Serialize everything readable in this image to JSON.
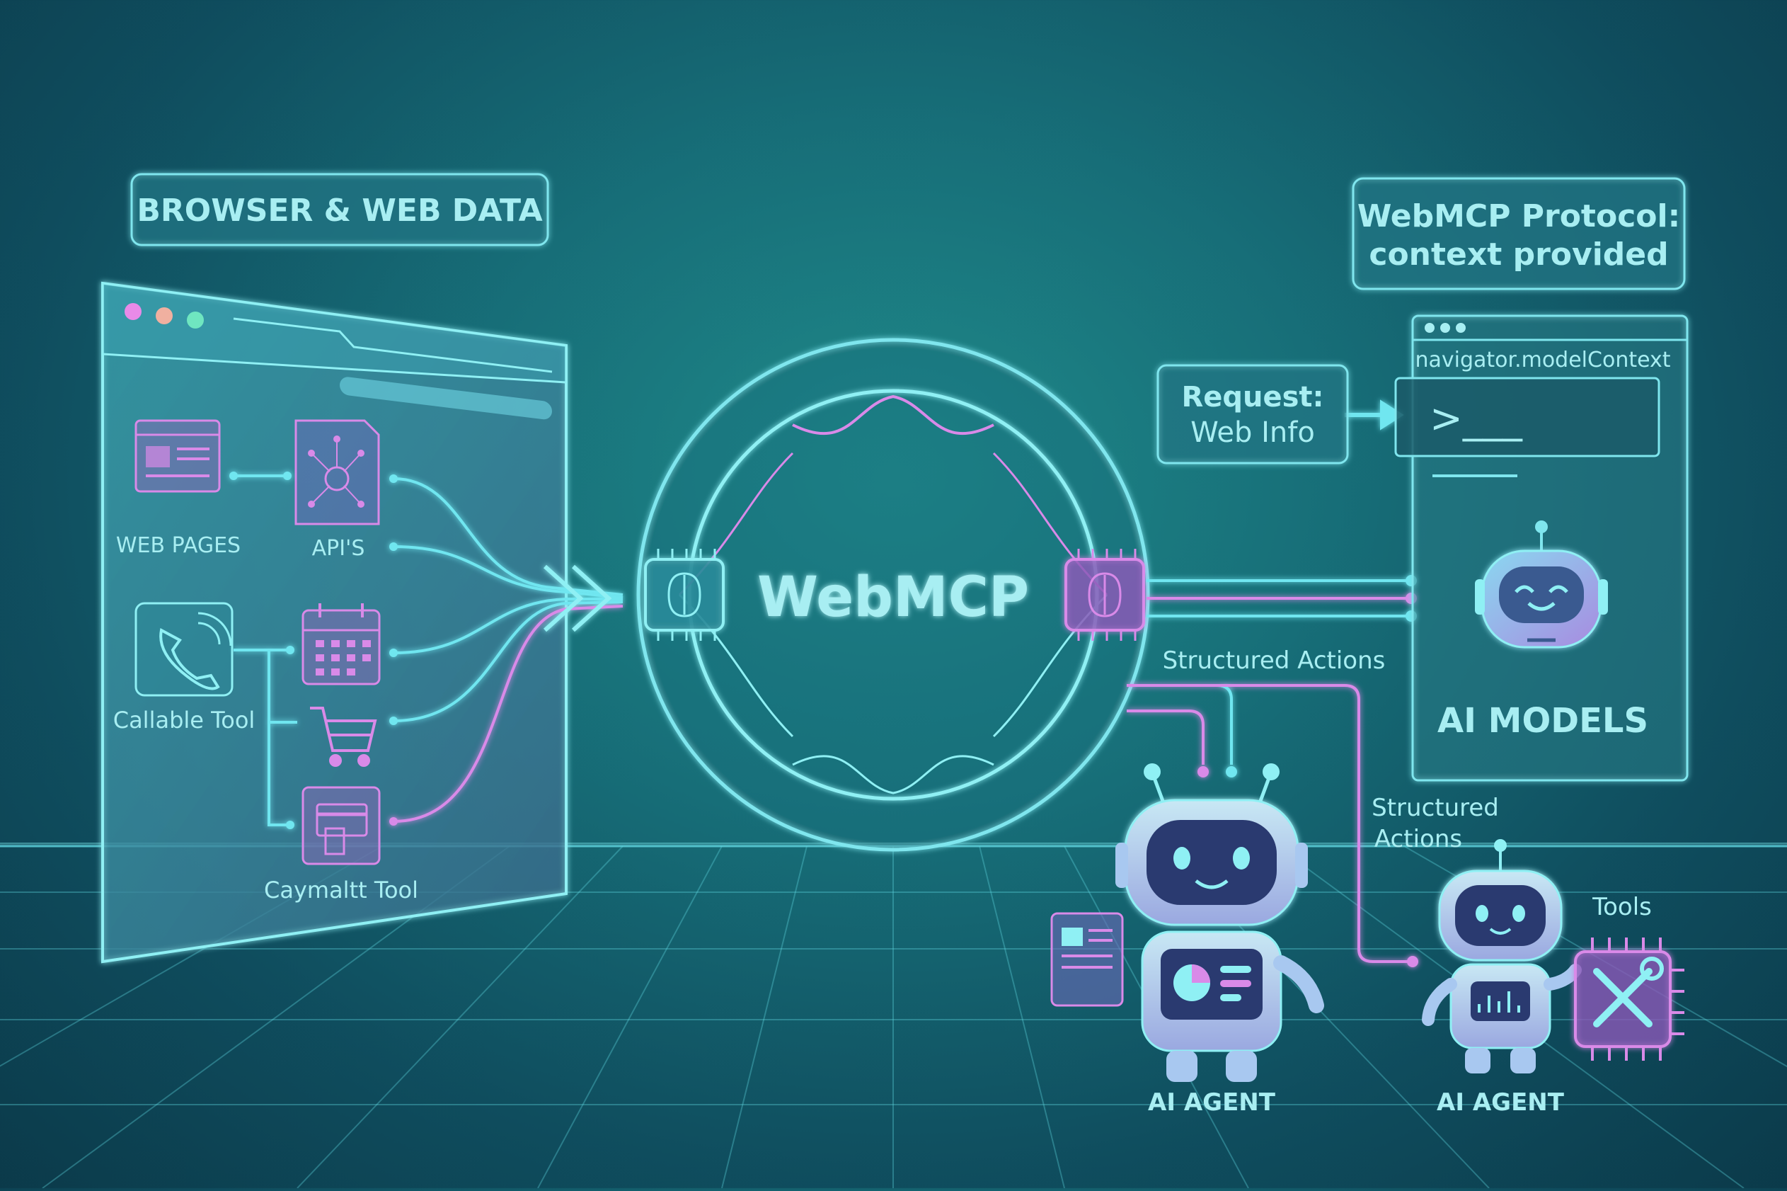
{
  "labels": {
    "browser_header": "BROWSER & WEB DATA",
    "protocol_line1": "WebMCP Protocol:",
    "protocol_line2": "context provided",
    "web_pages": "WEB PAGES",
    "apis": "API'S",
    "callable_tool": "Callable Tool",
    "caymaltt_tool": "Caymaltt Tool",
    "center_title": "WebMCP",
    "request_line1": "Request:",
    "request_line2": "Web Info",
    "model_context": "navigator.modelContext",
    "terminal_prompt": ">___",
    "structured_actions_1": "Structured Actions",
    "structured_actions_2_line1": "Structured",
    "structured_actions_2_line2": "Actions",
    "ai_models": "AI MODELS",
    "tools": "Tools",
    "ai_agent_1": "AI AGENT",
    "ai_agent_2": "AI AGENT"
  },
  "icons": {
    "web_pages": "web-page-icon",
    "apis": "api-document-icon",
    "callable_tool": "phone-icon",
    "calendar": "calendar-icon",
    "cart": "shopping-cart-icon",
    "payment": "payment-terminal-icon",
    "chip_left": "brain-chip-icon",
    "chip_right": "brain-chip-icon",
    "tools": "wrench-screwdriver-chip-icon"
  },
  "colors": {
    "cyan": "#6fe6f0",
    "pink": "#d98ae8",
    "text": "#a8eef2",
    "panel": "#2a7a88"
  }
}
